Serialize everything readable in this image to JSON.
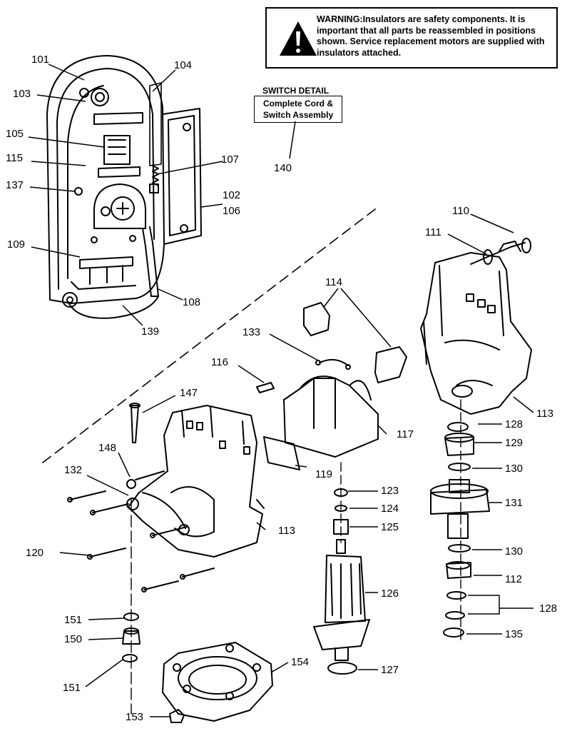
{
  "warning": {
    "text": "WARNING:Insulators are safety components. It is important that all parts be reassembled in positions shown. Service replacement motors are supplied with insulators attached."
  },
  "switch_detail": {
    "title": "SWITCH DETAIL",
    "box_text": "Complete Cord & Switch Assembly"
  },
  "part_labels": {
    "p101": "101",
    "p103": "103",
    "p104": "104",
    "p105": "105",
    "p115": "115",
    "p107": "107",
    "p137": "137",
    "p102": "102",
    "p106": "106",
    "p109": "109",
    "p108": "108",
    "p139": "139",
    "p140": "140",
    "p110": "110",
    "p111": "111",
    "p114": "114",
    "p133": "133",
    "p116": "116",
    "p117": "117",
    "p147": "147",
    "p148": "148",
    "p132": "132",
    "p119": "119",
    "p113a": "113",
    "p113b": "113",
    "p128a": "128",
    "p129": "129",
    "p130a": "130",
    "p131": "131",
    "p130b": "130",
    "p112": "112",
    "p128b": "128",
    "p135": "135",
    "p123": "123",
    "p124": "124",
    "p125": "125",
    "p126": "126",
    "p127": "127",
    "p120": "120",
    "p151a": "151",
    "p150": "150",
    "p151b": "151",
    "p154": "154",
    "p153": "153"
  }
}
